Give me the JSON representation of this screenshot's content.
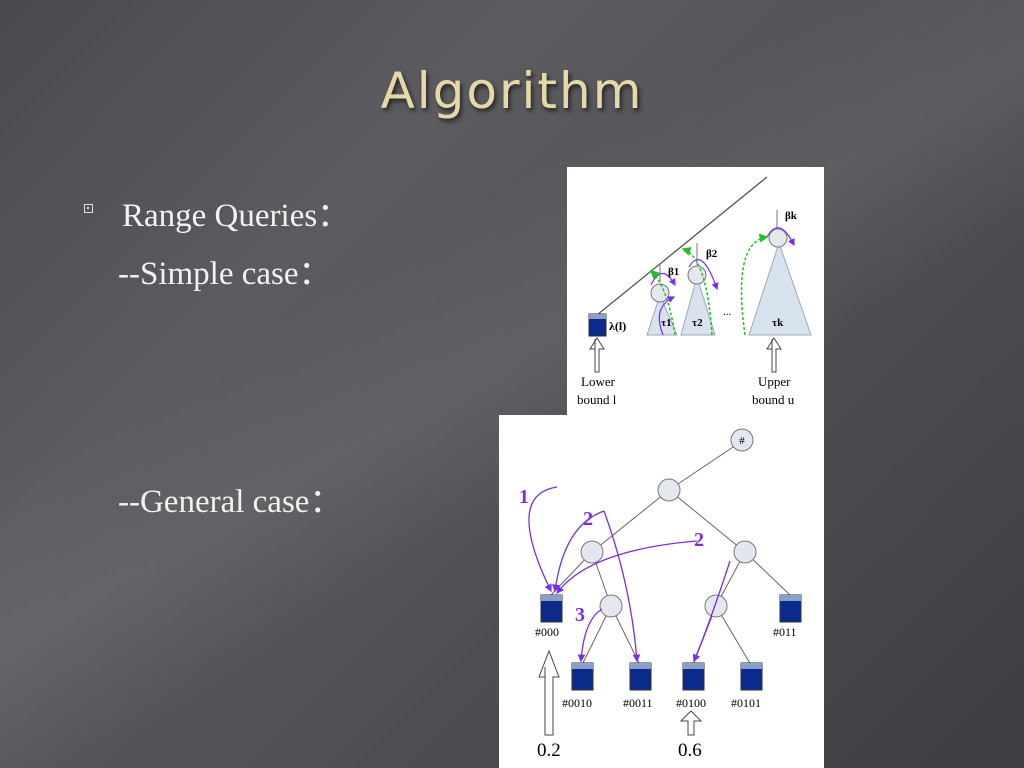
{
  "slide": {
    "title": "Algorithm",
    "bullet": "Range Queries：",
    "simple_case": "--Simple case：",
    "general_case": "--General case："
  },
  "figure_simple": {
    "subtrees": [
      "τ1",
      "τ2",
      "τk"
    ],
    "roots": [
      "β1",
      "β2",
      "βk"
    ],
    "leaf_label": "λ(l)",
    "ellipsis": "...",
    "lower_label_1": "Lower",
    "lower_label_2": "bound l",
    "upper_label_1": "Upper",
    "upper_label_2": "bound u"
  },
  "figure_general": {
    "root_label": "#",
    "leaves": [
      "#000",
      "#0010",
      "#0011",
      "#0100",
      "#0101",
      "#011"
    ],
    "step_labels": [
      "1",
      "2",
      "2",
      "3"
    ],
    "query_low": "0.2",
    "query_high": "0.6"
  },
  "colors": {
    "title": "#e6d9a8",
    "arrow_purple": "#7b2ee8",
    "arrow_green": "#22c022",
    "leaf_blue": "#0a2a8c",
    "tree_fill": "#d9e3ef"
  }
}
